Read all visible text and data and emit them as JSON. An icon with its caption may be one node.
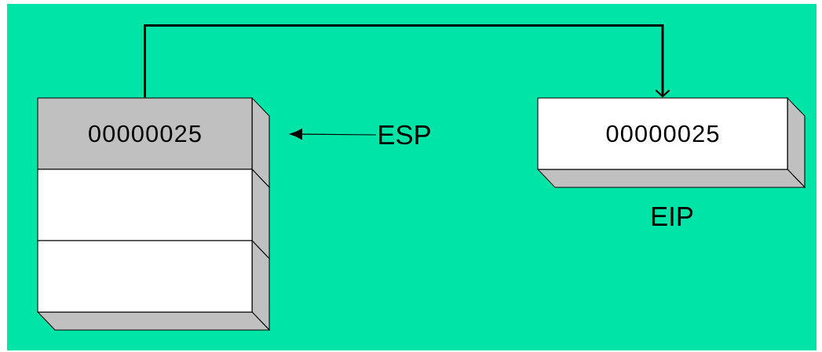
{
  "diagram": {
    "nodes": [
      {
        "text": [
          "00000025"
        ]
      },
      {
        "text": [],
        "shape": "box"
      },
      {
        "text": [],
        "shape": "box"
      },
      {
        "text": [
          "ESP"
        ]
      },
      {
        "text": [
          "00000025"
        ],
        "beside": [
          "EIP"
        ]
      }
    ],
    "edges": [
      {
        "from": 0,
        "to": 4,
        "arrow": "to",
        "style": "thick"
      },
      {
        "from": 3,
        "to": 0,
        "arrow": "to"
      }
    ]
  }
}
